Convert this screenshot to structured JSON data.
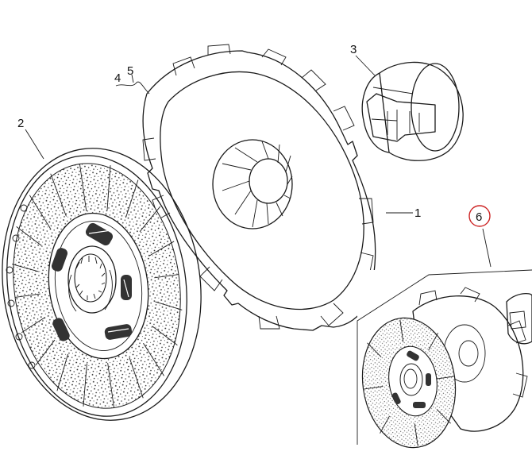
{
  "diagram": {
    "callouts": [
      {
        "id": "1",
        "label": "1"
      },
      {
        "id": "2",
        "label": "2"
      },
      {
        "id": "3",
        "label": "3"
      },
      {
        "id": "4",
        "label": "4"
      },
      {
        "id": "5",
        "label": "5"
      },
      {
        "id": "6",
        "label": "6"
      }
    ],
    "highlight_color": "#cc2222",
    "line_color": "#1a1a1a"
  }
}
